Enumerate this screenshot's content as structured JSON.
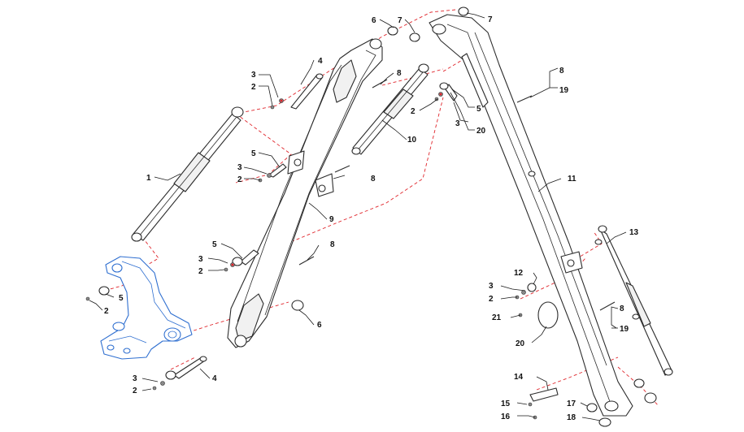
{
  "diagram": {
    "colors": {
      "dash": "#e0252b",
      "outline": "#2b2b2b",
      "highlight": "#2f6fd0"
    },
    "callouts": {
      "c1": "1",
      "c2a": "2",
      "c2b": "2",
      "c2c": "2",
      "c2d": "2",
      "c2e": "2",
      "c2f": "2",
      "c2g": "2",
      "c3a": "3",
      "c3b": "3",
      "c3c": "3",
      "c3d": "3",
      "c3e": "3",
      "c3f": "3",
      "c4a": "4",
      "c4b": "4",
      "c5a": "5",
      "c5b": "5",
      "c5c": "5",
      "c5d": "5",
      "c6a": "6",
      "c6b": "6",
      "c7a": "7",
      "c7b": "7",
      "c8a": "8",
      "c8b": "8",
      "c8c": "8",
      "c8d": "8",
      "c8e": "8",
      "c9": "9",
      "c10": "10",
      "c11": "11",
      "c12": "12",
      "c13": "13",
      "c14": "14",
      "c15": "15",
      "c16": "16",
      "c17": "17",
      "c18": "18",
      "c19a": "19",
      "c19b": "19",
      "c20a": "20",
      "c20b": "20",
      "c21": "21"
    }
  }
}
